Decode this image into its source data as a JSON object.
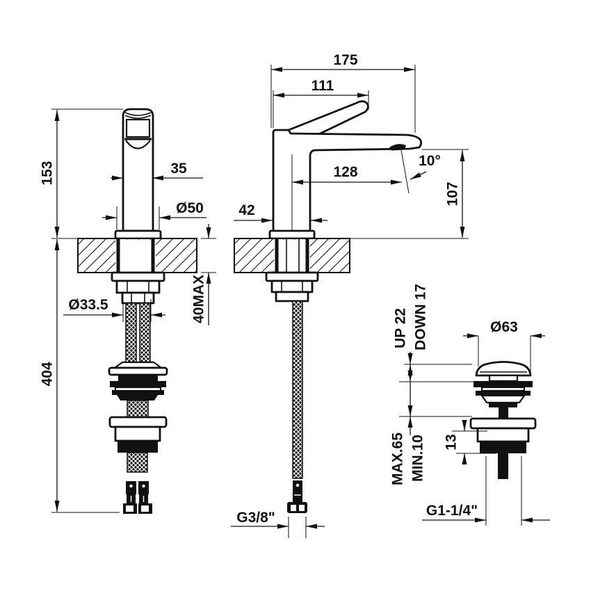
{
  "drawing": {
    "front_view": {
      "height": "153",
      "body_width": "35",
      "base_diameter": "Ø50",
      "connector_diameter": "Ø33.5",
      "hose_drop": "404",
      "deck_thickness": "40MAX"
    },
    "side_view": {
      "overall_depth": "175",
      "handle_reach": "111",
      "spout_reach": "128",
      "body_depth": "42",
      "spout_angle": "10°",
      "spout_height": "107",
      "supply_thread": "G3/8\""
    },
    "waste_view": {
      "cap_diameter": "Ø63",
      "travel_up": "UP 22",
      "travel_down": "DOWN 17",
      "install_max": "MAX.65",
      "install_min": "MIN.10",
      "collar_height": "13",
      "waste_thread": "G1-1/4\""
    }
  }
}
